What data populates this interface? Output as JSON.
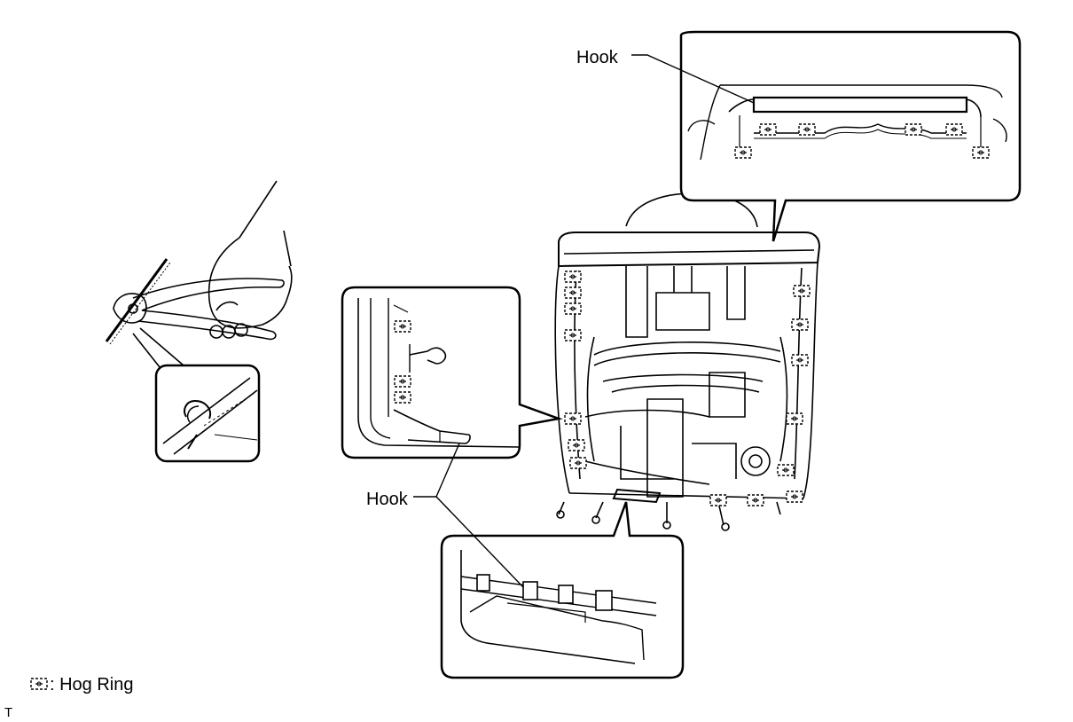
{
  "labels": {
    "hook_top": "Hook",
    "hook_bottom": "Hook",
    "legend_text": ": Hog Ring",
    "corner_mark": "T"
  },
  "icons": {
    "hog_ring": "hog-ring-symbol",
    "tool": "hog-ring-pliers"
  }
}
